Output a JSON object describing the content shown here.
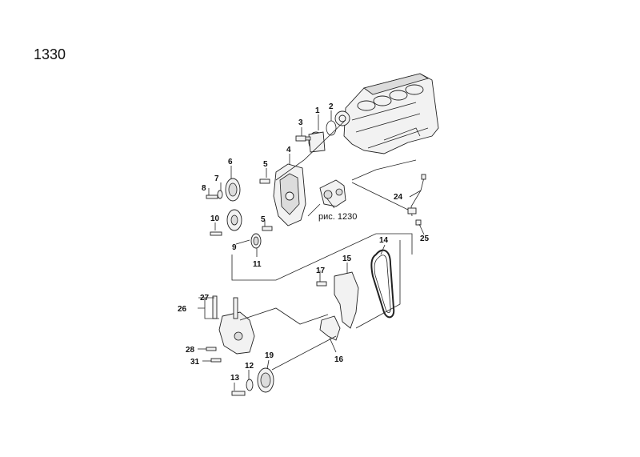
{
  "diagram": {
    "page_number": "1330",
    "reference_note": "рис. 1230",
    "callouts": [
      "1",
      "2",
      "3",
      "4",
      "5",
      "6",
      "7",
      "8",
      "10",
      "5",
      "9",
      "11",
      "14",
      "15",
      "17",
      "24",
      "25",
      "27",
      "26",
      "28",
      "31",
      "16",
      "19",
      "12",
      "13"
    ]
  }
}
